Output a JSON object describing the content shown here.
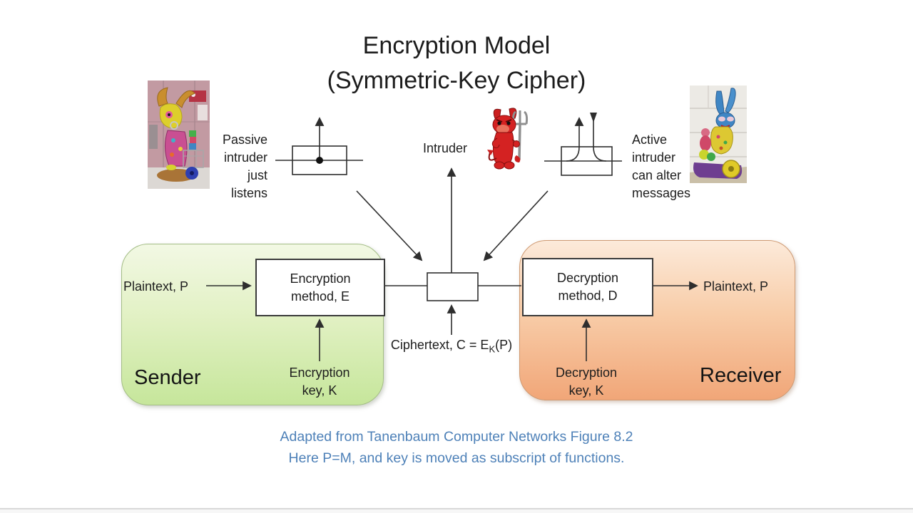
{
  "slide": {
    "title_lines": [
      "Encryption Model",
      "(Symmetric-Key Cipher)"
    ],
    "caption_lines": [
      "Adapted from Tanenbaum Computer Networks Figure 8.2",
      "Here P=M, and key is moved as subscript of functions."
    ],
    "colors": {
      "caption_text": "#4e81b8",
      "sender_fill_top": "#f2f8e4",
      "sender_fill_bottom": "#c6e69b",
      "receiver_fill_top": "#fceada",
      "receiver_fill_bottom": "#f1a678",
      "diagram_line": "#2e2e2e"
    }
  },
  "intruders": {
    "passive_lines": [
      "Passive",
      "intruder",
      "just",
      "listens"
    ],
    "center_label": "Intruder",
    "active_lines": [
      "Active",
      "intruder",
      "can alter",
      "messages"
    ],
    "icons": {
      "devil": "devil-with-pitchfork-icon",
      "left_photo": "colorful-bull-sculpture-photo",
      "right_photo": "colorful-rabbit-sculpture-photo",
      "passive_tap": "wiretap-listen-symbol",
      "active_tap": "wiretap-alter-symbol"
    }
  },
  "sender": {
    "region_label": "Sender",
    "method_lines": [
      "Encryption",
      "method, E"
    ],
    "input_label": "Plaintext, P",
    "key_lines": [
      "Encryption",
      "key, K"
    ]
  },
  "receiver": {
    "region_label": "Receiver",
    "method_lines": [
      "Decryption",
      "method, D"
    ],
    "output_label": "Plaintext, P",
    "key_lines": [
      "Decryption",
      "key, K"
    ]
  },
  "ciphertext": {
    "prefix": "Ciphertext, C = E",
    "subscript": "K",
    "suffix": "(P)"
  }
}
